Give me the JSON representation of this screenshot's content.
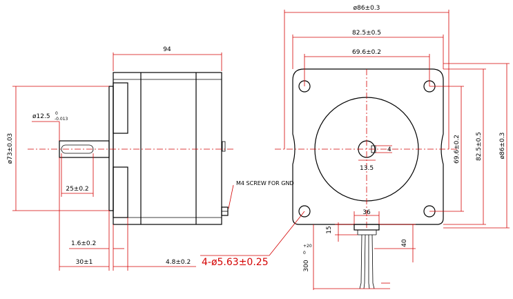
{
  "side_view": {
    "length": "94",
    "shaft_tip": "ø12.5",
    "shaft_tip_tol": "0",
    "shaft_tip_tol2": "-0.013",
    "pilot": "ø73±0.03",
    "flat_len": "25±0.2",
    "pilot_depth": "1.6±0.2",
    "shaft_len": "30±1",
    "flange": "4.8±0.2",
    "screw_note": "M4 SCREW FOR GND"
  },
  "front_view": {
    "body_dia_top": "ø86±0.3",
    "flange_top": "82.5±0.5",
    "hole_top": "69.6±0.2",
    "hole_right": "69.6±0.2",
    "flange_right": "82.5±0.5",
    "body_dia_right": "ø86±0.3",
    "key": "4",
    "shaft_dim": "13.5",
    "bracket": "36",
    "bracket_h": "15",
    "cable_gap": "40",
    "lead_len": "300",
    "lead_tol": "+20",
    "lead_tol2": "0",
    "holes_note": "4-ø5.63±0.25"
  },
  "colors": {
    "outline": "#000000",
    "dimension": "#d40000"
  }
}
